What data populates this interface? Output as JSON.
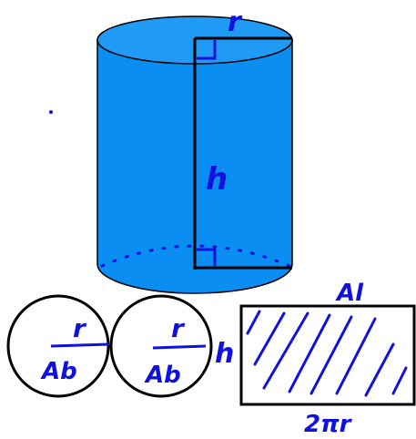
{
  "cylinder": {
    "radius_label": "r",
    "height_label": "h",
    "fill_color": "#0b8ef2",
    "top_color": "#1f9af5",
    "outline_color": "#000000",
    "ink_color": "#1010e0"
  },
  "net": {
    "circle_left": {
      "numerator": "r",
      "denominator": "Ab"
    },
    "circle_right": {
      "numerator": "r",
      "denominator": "Ab"
    },
    "rectangle": {
      "top_label": "Al",
      "side_label": "h",
      "bottom_label": "2πr"
    }
  }
}
